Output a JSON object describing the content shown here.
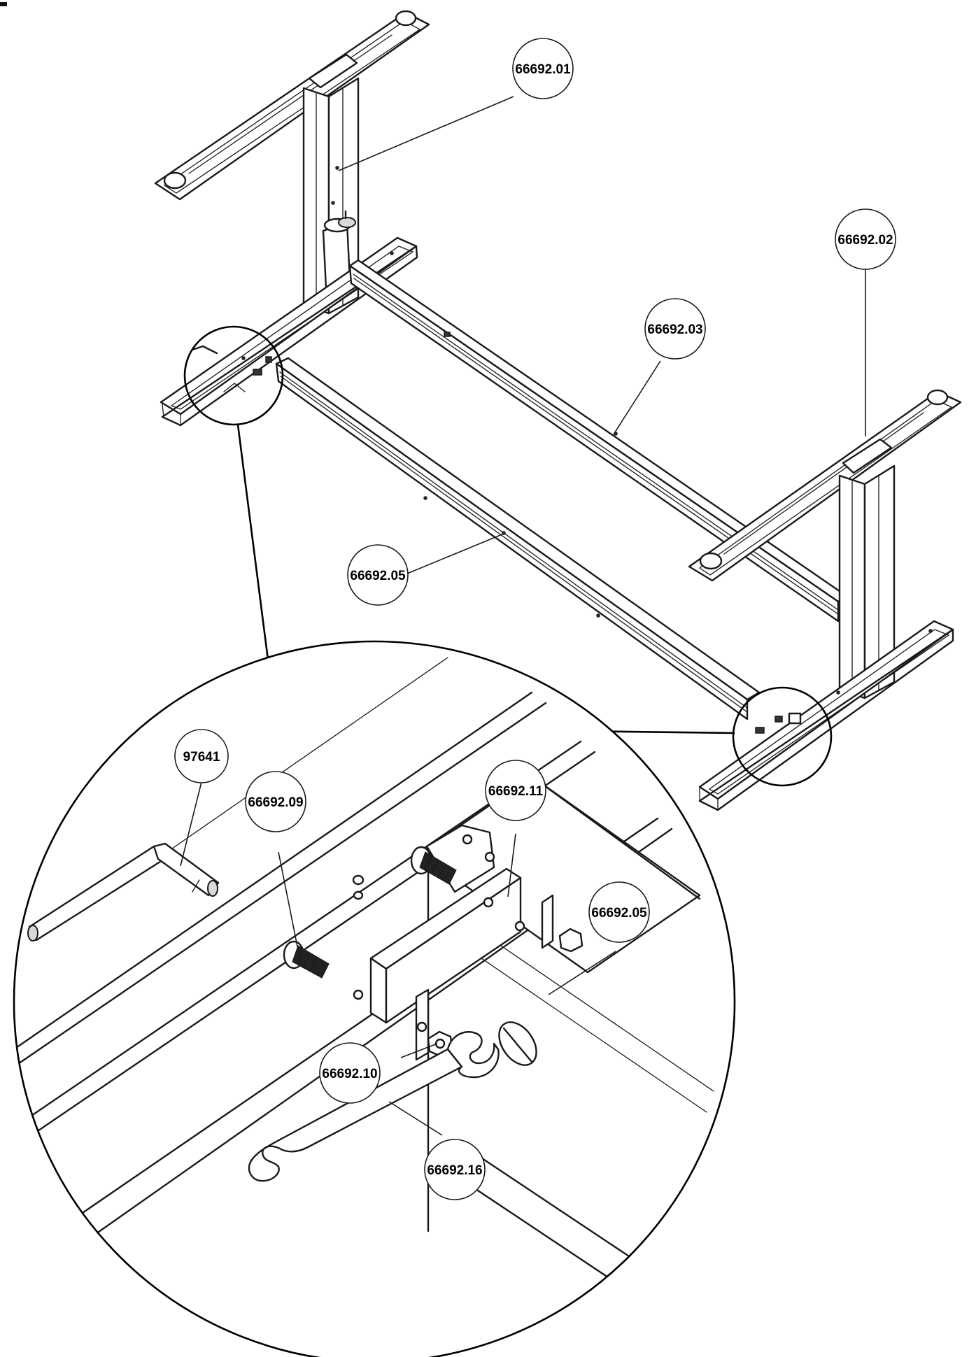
{
  "callouts": {
    "c01": "66692.01",
    "c02": "66692.02",
    "c03": "66692.03",
    "c05_top": "66692.05",
    "c97641": "97641",
    "c09": "66692.09",
    "c11": "66692.11",
    "c05_detail": "66692.05",
    "c10": "66692.10",
    "c16": "66692.16"
  },
  "colors": {
    "line": "#1a1a1a",
    "background": "#ffffff",
    "shade": "#d9d9d9"
  }
}
